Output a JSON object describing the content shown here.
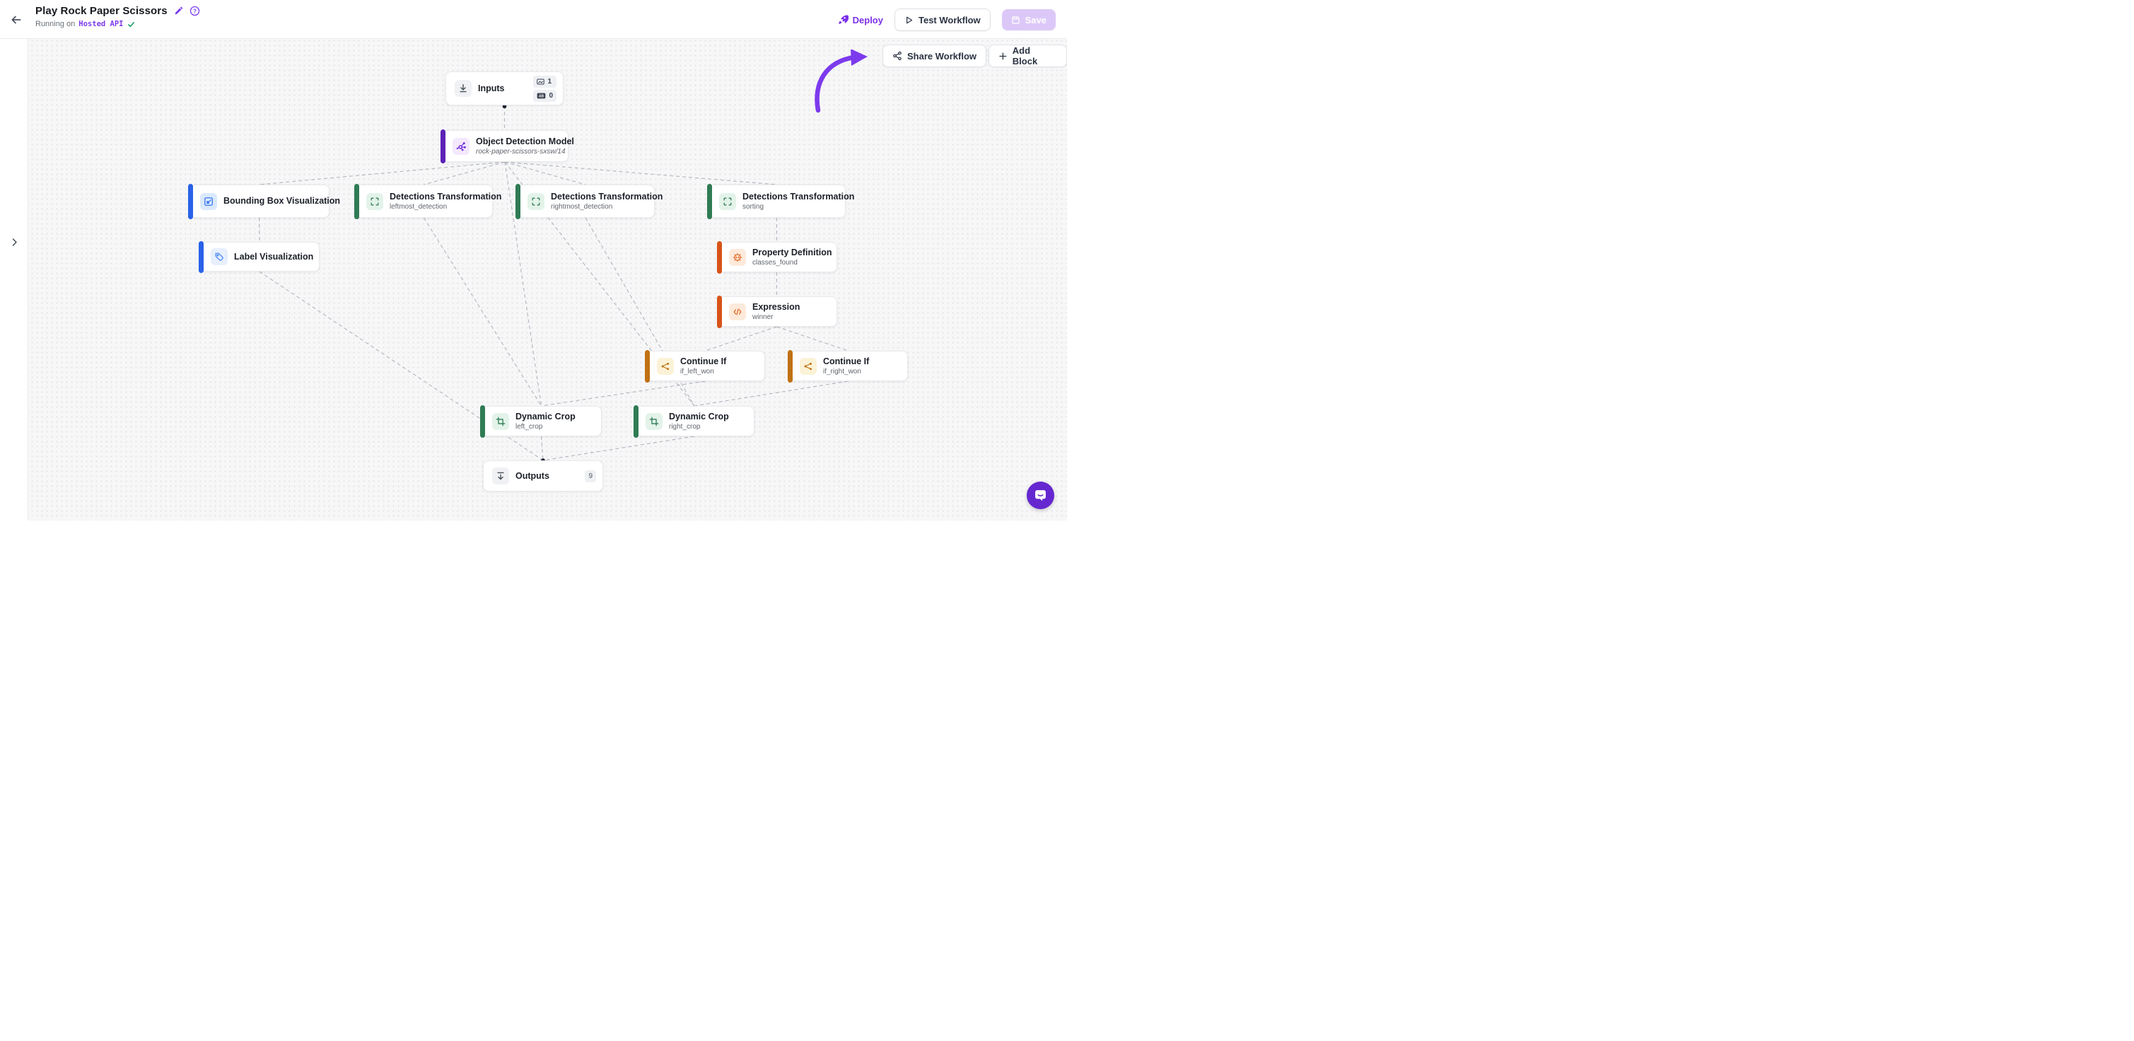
{
  "header": {
    "title": "Play Rock Paper Scissors",
    "running_on": "Running on",
    "environment": "Hosted API",
    "deploy": "Deploy",
    "test_workflow": "Test Workflow",
    "save": "Save"
  },
  "toolbar": {
    "share_workflow": "Share Workflow",
    "add_block": "Add Block"
  },
  "glyphs": {
    "help": "?",
    "ab": "AB"
  },
  "colors": {
    "brand_purple": "#7c3aed",
    "model_purple": "#5b21b6",
    "visualization_blue": "#2962e8",
    "transform_green": "#2f7b54",
    "formatter_orange": "#d85418",
    "flow_amber": "#c07114"
  },
  "nodes": {
    "inputs": {
      "title": "Inputs",
      "image_count": "1",
      "param_count": "0"
    },
    "object_detection_model": {
      "title": "Object Detection Model",
      "subtitle": "rock-paper-scissors-sxsw/14"
    },
    "bounding_box_visualization": {
      "title": "Bounding Box Visualization"
    },
    "detections_transformation_leftmost": {
      "title": "Detections Transformation",
      "subtitle": "leftmost_detection"
    },
    "detections_transformation_rightmost": {
      "title": "Detections Transformation",
      "subtitle": "rightmost_detection"
    },
    "detections_transformation_sorting": {
      "title": "Detections Transformation",
      "subtitle": "sorting"
    },
    "label_visualization": {
      "title": "Label Visualization"
    },
    "property_definition": {
      "title": "Property Definition",
      "subtitle": "classes_found"
    },
    "expression": {
      "title": "Expression",
      "subtitle": "winner"
    },
    "continue_if_left": {
      "title": "Continue If",
      "subtitle": "if_left_won"
    },
    "continue_if_right": {
      "title": "Continue If",
      "subtitle": "if_right_won"
    },
    "dynamic_crop_left": {
      "title": "Dynamic Crop",
      "subtitle": "left_crop"
    },
    "dynamic_crop_right": {
      "title": "Dynamic Crop",
      "subtitle": "right_crop"
    },
    "outputs": {
      "title": "Outputs",
      "output_count": "9"
    }
  }
}
